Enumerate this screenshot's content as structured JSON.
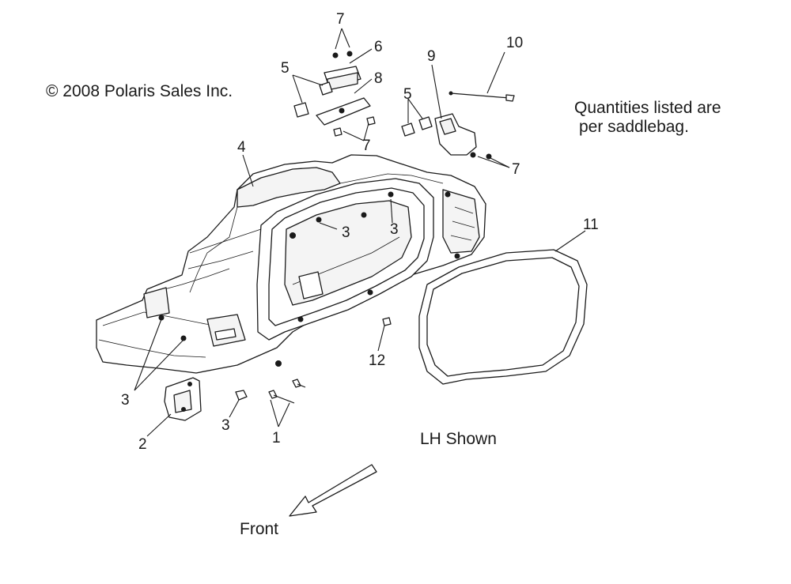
{
  "copyright": "© 2008 Polaris Sales Inc.",
  "note": {
    "line1": "Quantities listed are",
    "line2": "per saddlebag."
  },
  "view_label": "LH Shown",
  "direction_label": "Front",
  "callouts": {
    "c1": "1",
    "c2": "2",
    "c3a": "3",
    "c3b": "3",
    "c3c": "3",
    "c3d": "3",
    "c4": "4",
    "c5a": "5",
    "c5b": "5",
    "c6": "6",
    "c7a": "7",
    "c7b": "7",
    "c7c": "7",
    "c8": "8",
    "c9": "9",
    "c10": "10",
    "c11": "11",
    "c12": "12"
  }
}
